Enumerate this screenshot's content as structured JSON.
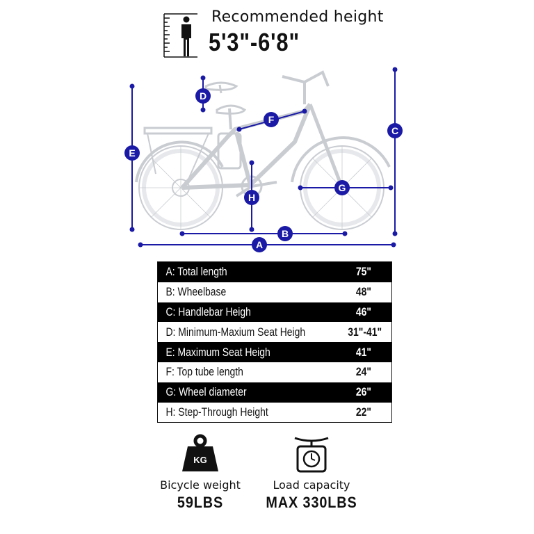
{
  "header": {
    "title": "Recommended height",
    "value": "5'3\"-6'8\""
  },
  "diagram": {
    "marker_color": "#1a1aa6",
    "markers": [
      "A",
      "B",
      "C",
      "D",
      "E",
      "F",
      "G",
      "H"
    ]
  },
  "specs": [
    {
      "label": "A:  Total length",
      "value": "75\""
    },
    {
      "label": "B:  Wheelbase",
      "value": "48\""
    },
    {
      "label": "C:  Handlebar Heigh",
      "value": "46\""
    },
    {
      "label": "D:  Minimum-Maxium Seat Heigh",
      "value": "31\"-41\""
    },
    {
      "label": "E:  Maximum Seat Heigh",
      "value": "41\""
    },
    {
      "label": "F:   Top tube length",
      "value": "24\""
    },
    {
      "label": "G:   Wheel diameter",
      "value": "26\""
    },
    {
      "label": "H:  Step-Through Height",
      "value": "22\""
    }
  ],
  "weight": {
    "icon": "kettlebell-icon",
    "badge": "KG",
    "label": "Bicycle weight",
    "value": "59LBS"
  },
  "load": {
    "icon": "scale-icon",
    "label": "Load capacity",
    "value": "MAX 330LBS"
  }
}
